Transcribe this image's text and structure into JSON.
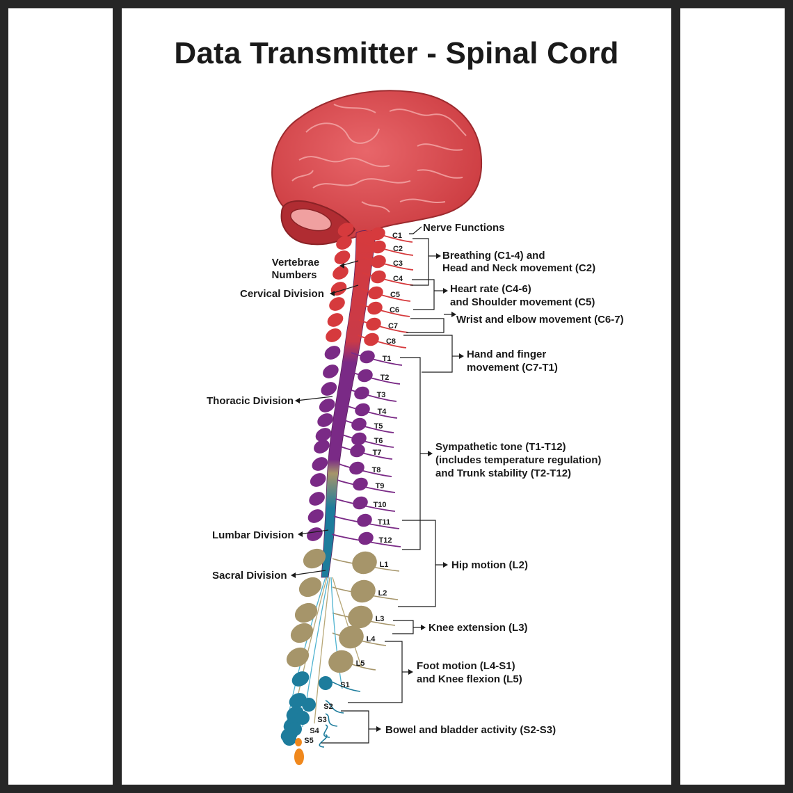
{
  "title": "Data Transmitter - Spinal Cord",
  "colors": {
    "cervical": "#d63a3d",
    "thoracic": "#7a2a86",
    "lumbar": "#a6956a",
    "sacral": "#1d7c9c",
    "coccyx": "#f0881c"
  },
  "division_labels": {
    "vertebrae_numbers_line1": "Vertebrae",
    "vertebrae_numbers_line2": "Numbers",
    "cervical": "Cervical Division",
    "thoracic": "Thoracic Division",
    "lumbar": "Lumbar Division",
    "sacral": "Sacral Division"
  },
  "segments": {
    "cervical": [
      "C1",
      "C2",
      "C3",
      "C4",
      "C5",
      "C6",
      "C7",
      "C8"
    ],
    "thoracic": [
      "T1",
      "T2",
      "T3",
      "T4",
      "T5",
      "T6",
      "T7",
      "T8",
      "T9",
      "T10",
      "T11",
      "T12"
    ],
    "lumbar": [
      "L1",
      "L2",
      "L3",
      "L4",
      "L5"
    ],
    "sacral": [
      "S1",
      "S2",
      "S3",
      "S4",
      "S5"
    ]
  },
  "functions": {
    "nerve_functions": "Nerve Functions",
    "breathing_line1": "Breathing (C1-4) and",
    "breathing_line2": "Head and Neck movement (C2)",
    "heart_line1": "Heart rate (C4-6)",
    "heart_line2": "and Shoulder movement (C5)",
    "wrist": "Wrist and elbow movement (C6-7)",
    "hand_line1": "Hand and finger",
    "hand_line2": "movement (C7-T1)",
    "sympathetic_line1": "Sympathetic tone (T1-T12)",
    "sympathetic_line2": "(includes temperature regulation)",
    "sympathetic_line3": "and Trunk stability (T2-T12)",
    "hip": "Hip motion (L2)",
    "knee_ext": "Knee extension (L3)",
    "foot_line1": "Foot motion (L4-S1)",
    "foot_line2": "and Knee flexion (L5)",
    "bowel": "Bowel and bladder activity (S2-S3)"
  }
}
